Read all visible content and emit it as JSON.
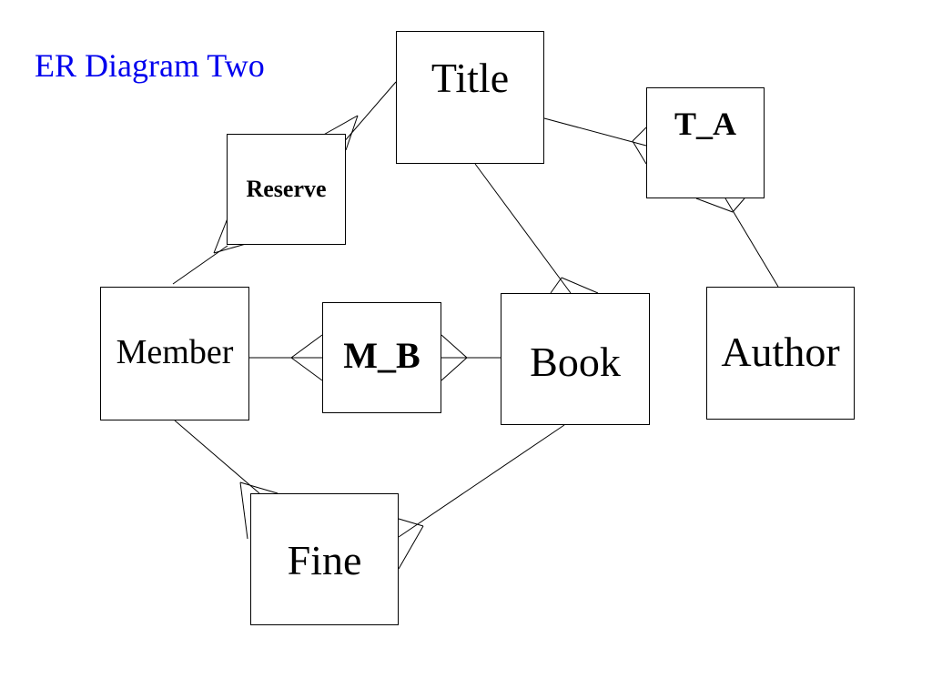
{
  "title": "ER Diagram Two",
  "colors": {
    "title": "#0000ee",
    "line": "#000000",
    "box_border": "#000000"
  },
  "entities": {
    "title": "Title",
    "t_a": "T_A",
    "reserve": "Reserve",
    "member": "Member",
    "m_b": "M_B",
    "book": "Book",
    "author": "Author",
    "fine": "Fine"
  },
  "relationships": [
    {
      "from": "Title",
      "to": "Reserve",
      "many_end": "Reserve"
    },
    {
      "from": "Member",
      "to": "Reserve",
      "many_end": "Reserve"
    },
    {
      "from": "Title",
      "to": "T_A",
      "many_end": "T_A"
    },
    {
      "from": "Author",
      "to": "T_A",
      "many_end": "T_A"
    },
    {
      "from": "Title",
      "to": "Book",
      "many_end": "Book"
    },
    {
      "from": "Member",
      "to": "M_B",
      "many_end": "M_B"
    },
    {
      "from": "Book",
      "to": "M_B",
      "many_end": "M_B"
    },
    {
      "from": "Member",
      "to": "Fine",
      "many_end": "Fine"
    },
    {
      "from": "Book",
      "to": "Fine",
      "many_end": "Fine"
    }
  ]
}
